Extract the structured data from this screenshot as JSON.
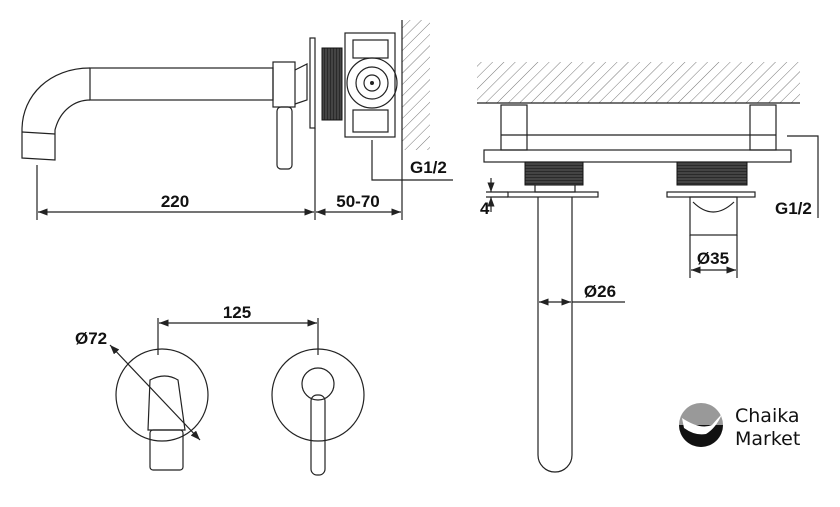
{
  "dimensions": {
    "spout_length": "220",
    "wall_depth": "50-70",
    "thread_side": "G1/2",
    "thread_top": "G1/2",
    "plate_thickness": "4",
    "cartridge_diameter": "Ø35",
    "spout_diameter": "Ø26",
    "center_distance": "125",
    "plate_diameter": "Ø72"
  },
  "logo": {
    "line1": "Chaika",
    "line2": "Market"
  },
  "colors": {
    "line": "#222222",
    "thread": "#333333",
    "logo_gray": "#999999"
  }
}
